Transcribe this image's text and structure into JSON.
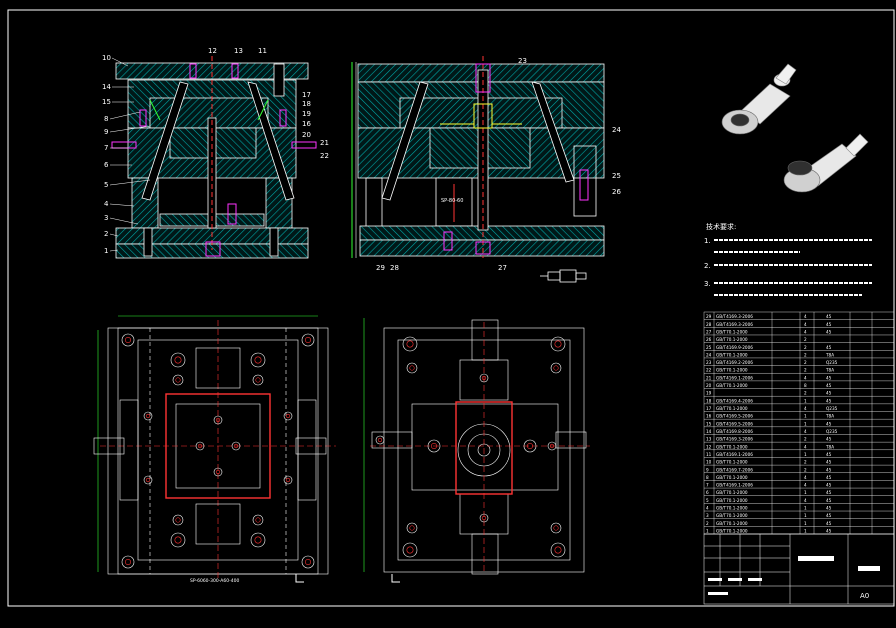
{
  "drawing": {
    "colors": {
      "background": "#000000",
      "outline": "#ffffff",
      "hatch": "#00a5a5",
      "hidden": "#ff3333",
      "magenta": "#ff33ff",
      "yellow": "#ffff33",
      "green": "#33ff33",
      "cyan": "#33ffff"
    },
    "callouts_left": [
      "10",
      "14",
      "15",
      "8",
      "9",
      "7",
      "6",
      "5",
      "4",
      "3",
      "2",
      "1"
    ],
    "callouts_top": [
      "12",
      "13",
      "11"
    ],
    "callouts_right": [
      "17",
      "18",
      "19",
      "16",
      "20",
      "21",
      "22"
    ],
    "callouts_right_view": [
      "23",
      "24",
      "25",
      "26",
      "27",
      "28",
      "29"
    ],
    "dimension_text": "SP-80-60",
    "plan_label": "SP-6060-300-A60-400",
    "notes_title": "技术要求:",
    "notes": [
      "1.",
      "2.",
      "3."
    ],
    "parts_rows": [
      {
        "no": "29",
        "code": "GB/T4169.3-2006",
        "name": "",
        "qty": "4",
        "mat": "45"
      },
      {
        "no": "28",
        "code": "GB/T4169.3-2006",
        "name": "",
        "qty": "4",
        "mat": "45"
      },
      {
        "no": "27",
        "code": "GB/T70.1-2000",
        "name": "",
        "qty": "4",
        "mat": "45"
      },
      {
        "no": "26",
        "code": "GB/T70.1-2000",
        "name": "",
        "qty": "2",
        "mat": ""
      },
      {
        "no": "25",
        "code": "GB/T4169.9-2006",
        "name": "",
        "qty": "2",
        "mat": "45"
      },
      {
        "no": "24",
        "code": "GB/T70.1-2000",
        "name": "",
        "qty": "2",
        "mat": "T8A"
      },
      {
        "no": "23",
        "code": "GB/T4169.2-2006",
        "name": "",
        "qty": "2",
        "mat": "Q235"
      },
      {
        "no": "22",
        "code": "GB/T70.1-2000",
        "name": "",
        "qty": "2",
        "mat": "T8A"
      },
      {
        "no": "21",
        "code": "GB/T4169.1-2006",
        "name": "",
        "qty": "4",
        "mat": "45"
      },
      {
        "no": "20",
        "code": "GB/T70.1-2000",
        "name": "",
        "qty": "8",
        "mat": "45"
      },
      {
        "no": "19",
        "code": "",
        "name": "",
        "qty": "2",
        "mat": "45"
      },
      {
        "no": "18",
        "code": "GB/T4169.4-2006",
        "name": "",
        "qty": "1",
        "mat": "45"
      },
      {
        "no": "17",
        "code": "GB/T70.1-2000",
        "name": "",
        "qty": "4",
        "mat": "Q235"
      },
      {
        "no": "16",
        "code": "GB/T4169.5-2006",
        "name": "",
        "qty": "1",
        "mat": "T8A"
      },
      {
        "no": "15",
        "code": "GB/T4169.5-2006",
        "name": "",
        "qty": "1",
        "mat": "45"
      },
      {
        "no": "14",
        "code": "GB/T4169.8-2006",
        "name": "",
        "qty": "4",
        "mat": "Q235"
      },
      {
        "no": "13",
        "code": "GB/T4169.3-2006",
        "name": "",
        "qty": "2",
        "mat": "45"
      },
      {
        "no": "12",
        "code": "GB/T70.1-2000",
        "name": "",
        "qty": "4",
        "mat": "T8A"
      },
      {
        "no": "11",
        "code": "GB/T4169.1-2006",
        "name": "",
        "qty": "1",
        "mat": "45"
      },
      {
        "no": "10",
        "code": "GB/T70.1-2000",
        "name": "",
        "qty": "2",
        "mat": "45"
      },
      {
        "no": "9",
        "code": "GB/T4169.7-2006",
        "name": "",
        "qty": "2",
        "mat": "45"
      },
      {
        "no": "8",
        "code": "GB/T70.1-2000",
        "name": "",
        "qty": "4",
        "mat": "45"
      },
      {
        "no": "7",
        "code": "GB/T4169.1-2006",
        "name": "",
        "qty": "4",
        "mat": "45"
      },
      {
        "no": "6",
        "code": "GB/T70.1-2000",
        "name": "",
        "qty": "1",
        "mat": "45"
      },
      {
        "no": "5",
        "code": "GB/T70.1-2000",
        "name": "",
        "qty": "4",
        "mat": "45"
      },
      {
        "no": "4",
        "code": "GB/T70.1-2000",
        "name": "",
        "qty": "1",
        "mat": "45"
      },
      {
        "no": "3",
        "code": "GB/T70.1-2000",
        "name": "",
        "qty": "1",
        "mat": "45"
      },
      {
        "no": "2",
        "code": "GB/T70.1-2000",
        "name": "",
        "qty": "1",
        "mat": "45"
      },
      {
        "no": "1",
        "code": "GB/T70.1-2000",
        "name": "",
        "qty": "1",
        "mat": "45"
      }
    ],
    "title_block": {
      "title": "",
      "drawing_no": "",
      "sheet": "A0"
    }
  }
}
